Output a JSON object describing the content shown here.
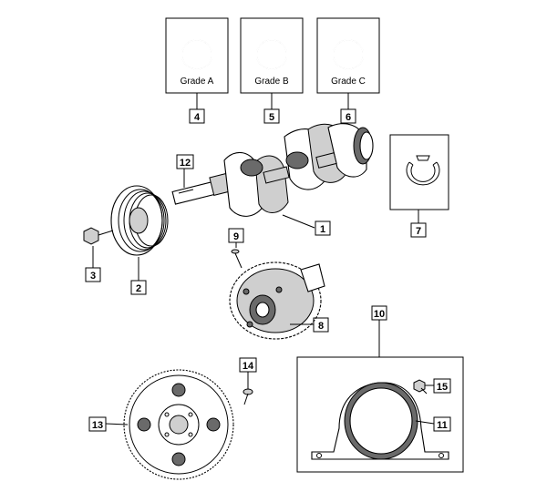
{
  "grades": [
    {
      "label": "Grade A",
      "callout": "4"
    },
    {
      "label": "Grade B",
      "callout": "5"
    },
    {
      "label": "Grade C",
      "callout": "6"
    }
  ],
  "callouts": {
    "crankshaft": "1",
    "damper": "2",
    "damper_bolt": "3",
    "thrust_washer": "7",
    "tone_wheel": "8",
    "tone_wheel_bolt": "9",
    "rear_seal_kit": "10",
    "rear_seal_retainer": "11",
    "key": "12",
    "flexplate": "13",
    "flexplate_bolt": "14",
    "retainer_bolt": "15"
  }
}
